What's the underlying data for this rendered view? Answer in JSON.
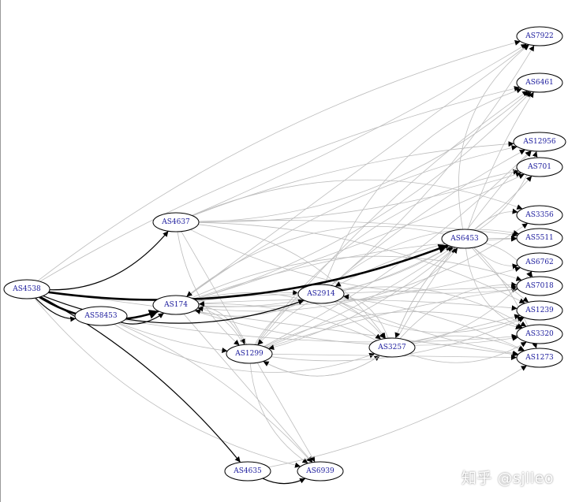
{
  "graph": {
    "nodes": [
      {
        "id": "AS4538",
        "label": "AS4538"
      },
      {
        "id": "AS4637",
        "label": "AS4637"
      },
      {
        "id": "AS58453",
        "label": "AS58453"
      },
      {
        "id": "AS174",
        "label": "AS174"
      },
      {
        "id": "AS1299",
        "label": "AS1299"
      },
      {
        "id": "AS2914",
        "label": "AS2914"
      },
      {
        "id": "AS3257",
        "label": "AS3257"
      },
      {
        "id": "AS6453",
        "label": "AS6453"
      },
      {
        "id": "AS4635",
        "label": "AS4635"
      },
      {
        "id": "AS6939",
        "label": "AS6939"
      },
      {
        "id": "AS7922",
        "label": "AS7922"
      },
      {
        "id": "AS6461",
        "label": "AS6461"
      },
      {
        "id": "AS12956",
        "label": "AS12956"
      },
      {
        "id": "AS701",
        "label": "AS701"
      },
      {
        "id": "AS3356",
        "label": "AS3356"
      },
      {
        "id": "AS5511",
        "label": "AS5511"
      },
      {
        "id": "AS6762",
        "label": "AS6762"
      },
      {
        "id": "AS7018",
        "label": "AS7018"
      },
      {
        "id": "AS1239",
        "label": "AS1239"
      },
      {
        "id": "AS3320",
        "label": "AS3320"
      },
      {
        "id": "AS1273",
        "label": "AS1273"
      }
    ],
    "edges_black": [
      [
        "AS4538",
        "AS4637"
      ],
      [
        "AS4538",
        "AS58453"
      ],
      [
        "AS4538",
        "AS2914"
      ],
      [
        "AS4538",
        "AS4635"
      ],
      [
        "AS58453",
        "AS174"
      ],
      [
        "AS4635",
        "AS6939"
      ]
    ],
    "edges_bold": [
      [
        "AS4538",
        "AS6453"
      ],
      [
        "AS4538",
        "AS174"
      ]
    ],
    "edges_gray": [
      [
        "AS4538",
        "AS7922"
      ],
      [
        "AS4538",
        "AS1273"
      ],
      [
        "AS4538",
        "AS6939"
      ],
      [
        "AS4538",
        "AS6461"
      ],
      [
        "AS4637",
        "AS7922"
      ],
      [
        "AS4637",
        "AS6461"
      ],
      [
        "AS4637",
        "AS12956"
      ],
      [
        "AS4637",
        "AS701"
      ],
      [
        "AS4637",
        "AS3356"
      ],
      [
        "AS4637",
        "AS5511"
      ],
      [
        "AS4637",
        "AS1299"
      ],
      [
        "AS4637",
        "AS3257"
      ],
      [
        "AS4637",
        "AS6939"
      ],
      [
        "AS4637",
        "AS7018"
      ],
      [
        "AS4637",
        "AS1239"
      ],
      [
        "AS58453",
        "AS1299"
      ],
      [
        "AS58453",
        "AS3257"
      ],
      [
        "AS58453",
        "AS6939"
      ],
      [
        "AS58453",
        "AS3320"
      ],
      [
        "AS174",
        "AS1299"
      ],
      [
        "AS174",
        "AS2914"
      ],
      [
        "AS174",
        "AS6453"
      ],
      [
        "AS174",
        "AS3257"
      ],
      [
        "AS174",
        "AS7922"
      ],
      [
        "AS174",
        "AS6461"
      ],
      [
        "AS174",
        "AS12956"
      ],
      [
        "AS174",
        "AS701"
      ],
      [
        "AS174",
        "AS3356"
      ],
      [
        "AS174",
        "AS5511"
      ],
      [
        "AS174",
        "AS6762"
      ],
      [
        "AS174",
        "AS7018"
      ],
      [
        "AS174",
        "AS1239"
      ],
      [
        "AS174",
        "AS3320"
      ],
      [
        "AS174",
        "AS1273"
      ],
      [
        "AS174",
        "AS6939"
      ],
      [
        "AS1299",
        "AS174"
      ],
      [
        "AS1299",
        "AS2914"
      ],
      [
        "AS1299",
        "AS6453"
      ],
      [
        "AS1299",
        "AS3257"
      ],
      [
        "AS1299",
        "AS6461"
      ],
      [
        "AS1299",
        "AS12956"
      ],
      [
        "AS1299",
        "AS701"
      ],
      [
        "AS1299",
        "AS7018"
      ],
      [
        "AS1299",
        "AS1239"
      ],
      [
        "AS1299",
        "AS3320"
      ],
      [
        "AS1299",
        "AS1273"
      ],
      [
        "AS1299",
        "AS6939"
      ],
      [
        "AS2914",
        "AS174"
      ],
      [
        "AS2914",
        "AS1299"
      ],
      [
        "AS2914",
        "AS6453"
      ],
      [
        "AS2914",
        "AS3257"
      ],
      [
        "AS2914",
        "AS7922"
      ],
      [
        "AS2914",
        "AS6461"
      ],
      [
        "AS2914",
        "AS12956"
      ],
      [
        "AS2914",
        "AS701"
      ],
      [
        "AS2914",
        "AS5511"
      ],
      [
        "AS2914",
        "AS7018"
      ],
      [
        "AS2914",
        "AS1239"
      ],
      [
        "AS2914",
        "AS3320"
      ],
      [
        "AS2914",
        "AS1273"
      ],
      [
        "AS3257",
        "AS2914"
      ],
      [
        "AS3257",
        "AS6453"
      ],
      [
        "AS3257",
        "AS174"
      ],
      [
        "AS3257",
        "AS1299"
      ],
      [
        "AS3257",
        "AS12956"
      ],
      [
        "AS3257",
        "AS6762"
      ],
      [
        "AS3257",
        "AS7018"
      ],
      [
        "AS3257",
        "AS1239"
      ],
      [
        "AS3257",
        "AS3320"
      ],
      [
        "AS3257",
        "AS1273"
      ],
      [
        "AS6453",
        "AS2914"
      ],
      [
        "AS6453",
        "AS174"
      ],
      [
        "AS6453",
        "AS1299"
      ],
      [
        "AS6453",
        "AS3257"
      ],
      [
        "AS6453",
        "AS7922"
      ],
      [
        "AS6453",
        "AS6461"
      ],
      [
        "AS6453",
        "AS12956"
      ],
      [
        "AS6453",
        "AS3356"
      ],
      [
        "AS6453",
        "AS5511"
      ],
      [
        "AS6453",
        "AS6762"
      ],
      [
        "AS6453",
        "AS7018"
      ],
      [
        "AS6453",
        "AS1239"
      ],
      [
        "AS6453",
        "AS3320"
      ],
      [
        "AS6453",
        "AS1273"
      ],
      [
        "AS4635",
        "AS1273"
      ]
    ]
  },
  "watermark": {
    "text": "知乎 @sjlleo"
  }
}
